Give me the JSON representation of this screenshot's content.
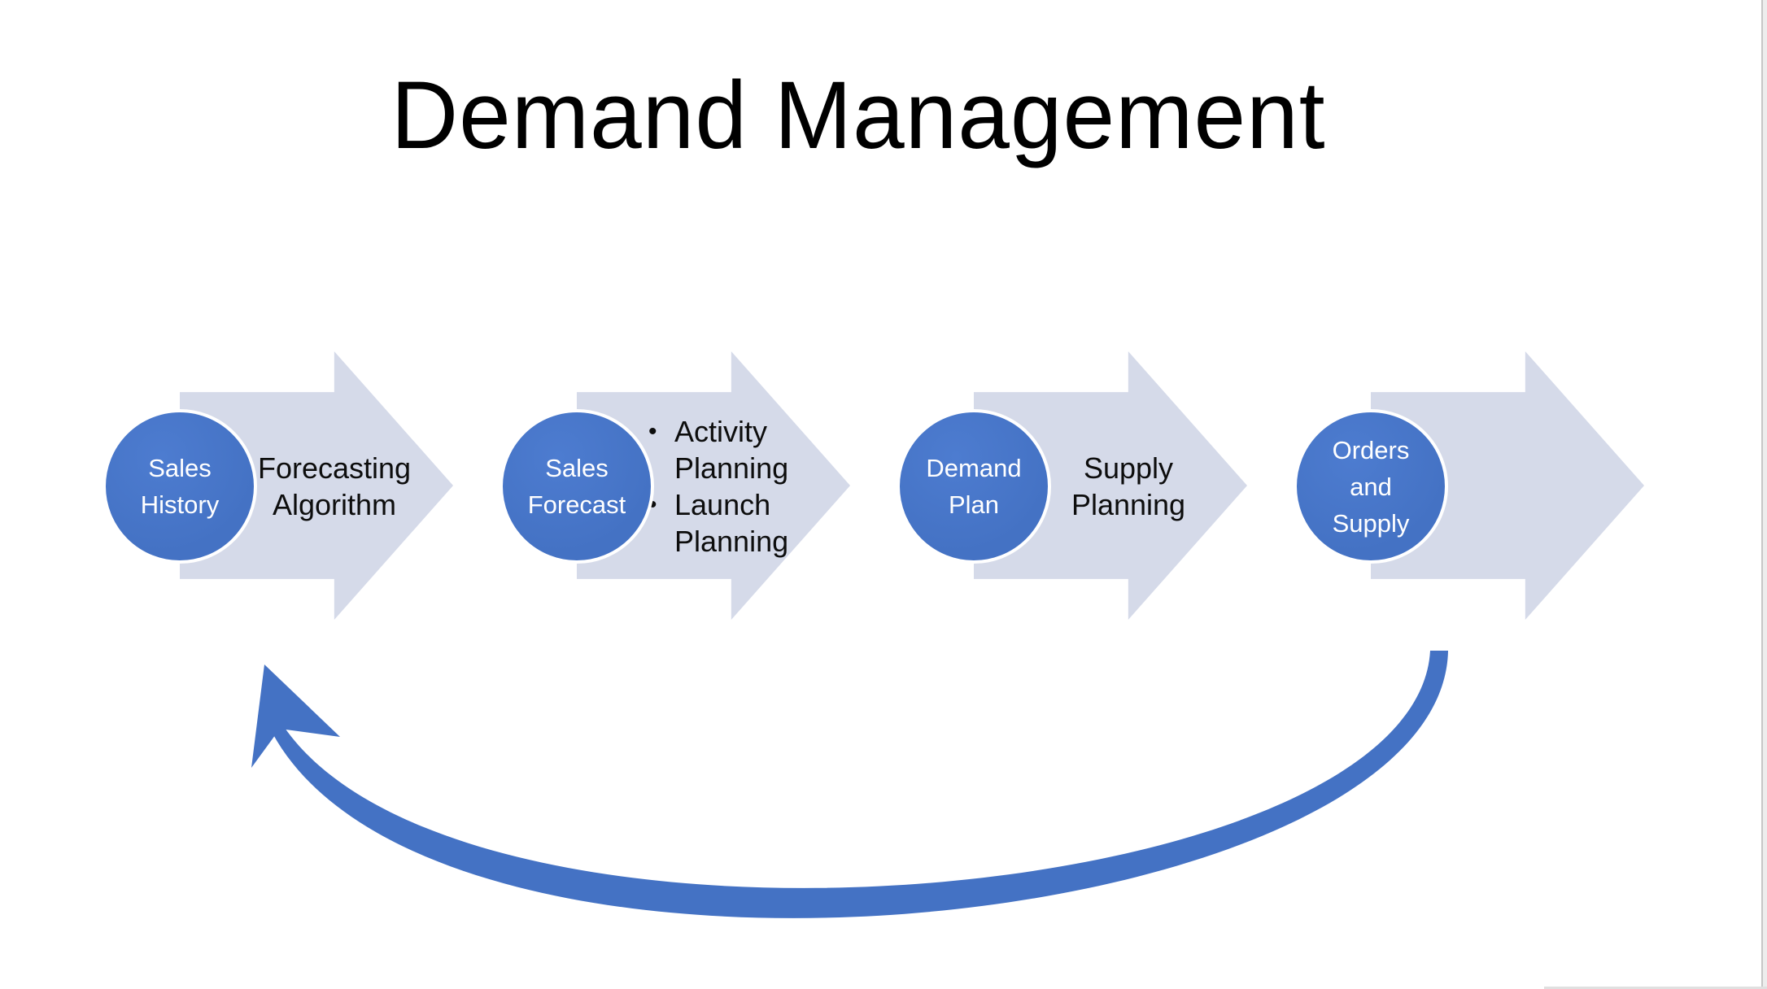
{
  "slide": {
    "title": "Demand Management"
  },
  "steps": [
    {
      "id": "sales-history",
      "circle_label": "Sales\nHistory",
      "arrow_label": "Forecasting\nAlgorithm"
    },
    {
      "id": "sales-forecast",
      "circle_label": "Sales\nForecast",
      "bullets": [
        {
          "marker": "•",
          "text": "Activity\nPlanning"
        },
        {
          "marker": "•",
          "text": "Launch\nPlanning"
        }
      ]
    },
    {
      "id": "demand-plan",
      "circle_label": "Demand\nPlan",
      "arrow_label": "Supply\nPlanning"
    },
    {
      "id": "orders-and-supply",
      "circle_label": "Orders\nand\nSupply",
      "arrow_label": ""
    }
  ],
  "shapes": {
    "feedback_arrow": "curved-return-arrow-icon"
  },
  "colors": {
    "accent_blue": "#4472C4",
    "arrow_fill": "#D5DAE9",
    "circle_text": "#FFFFFF",
    "title_text": "#000000",
    "body_text": "#0D0D0D",
    "slide_edge": "#C6C6C6"
  }
}
